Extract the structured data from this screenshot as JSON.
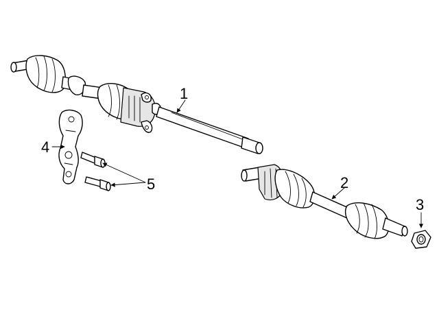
{
  "callouts": [
    {
      "id": "axle-assembly-1",
      "label": "1"
    },
    {
      "id": "axle-assembly-2",
      "label": "2"
    },
    {
      "id": "axle-nut",
      "label": "3"
    },
    {
      "id": "support-bracket",
      "label": "4"
    },
    {
      "id": "bracket-bolts",
      "label": "5"
    }
  ],
  "colors": {
    "line": "#000000",
    "background": "#ffffff"
  }
}
